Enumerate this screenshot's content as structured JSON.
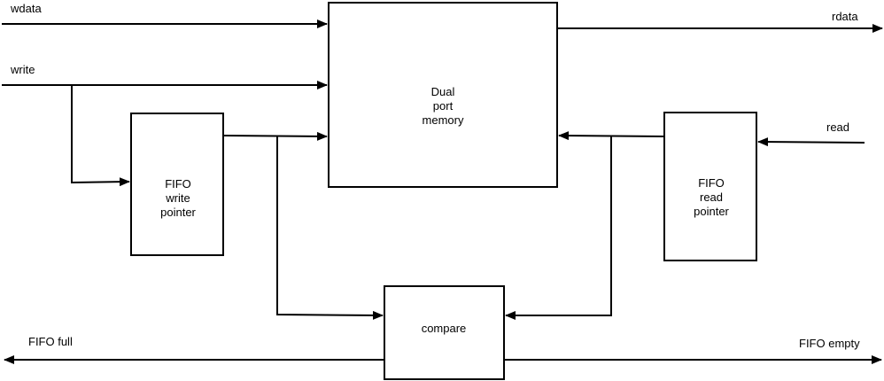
{
  "signals": {
    "wdata": "wdata",
    "write": "write",
    "rdata": "rdata",
    "read": "read",
    "fifo_full": "FIFO full",
    "fifo_empty": "FIFO empty"
  },
  "blocks": {
    "memory": [
      "Dual",
      "port",
      "memory"
    ],
    "write_pointer": [
      "FIFO",
      "write",
      "pointer"
    ],
    "read_pointer": [
      "FIFO",
      "read",
      "pointer"
    ],
    "compare": [
      "compare"
    ]
  }
}
